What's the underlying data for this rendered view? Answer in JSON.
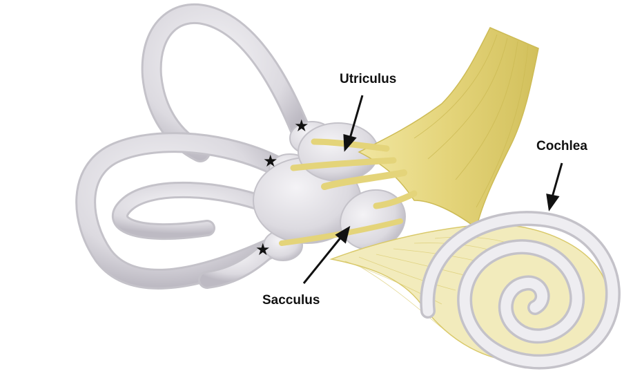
{
  "labels": {
    "utriculus": "Utriculus",
    "cochlea": "Cochlea",
    "sacculus": "Sacculus"
  },
  "markers": {
    "ampulla_star": "★"
  },
  "colors": {
    "labyrinth": "#e4e3e8",
    "labyrinth_shade": "#c9c7ce",
    "nerve": "#e6d884",
    "nerve_dark": "#cdbb55",
    "text": "#111111"
  }
}
